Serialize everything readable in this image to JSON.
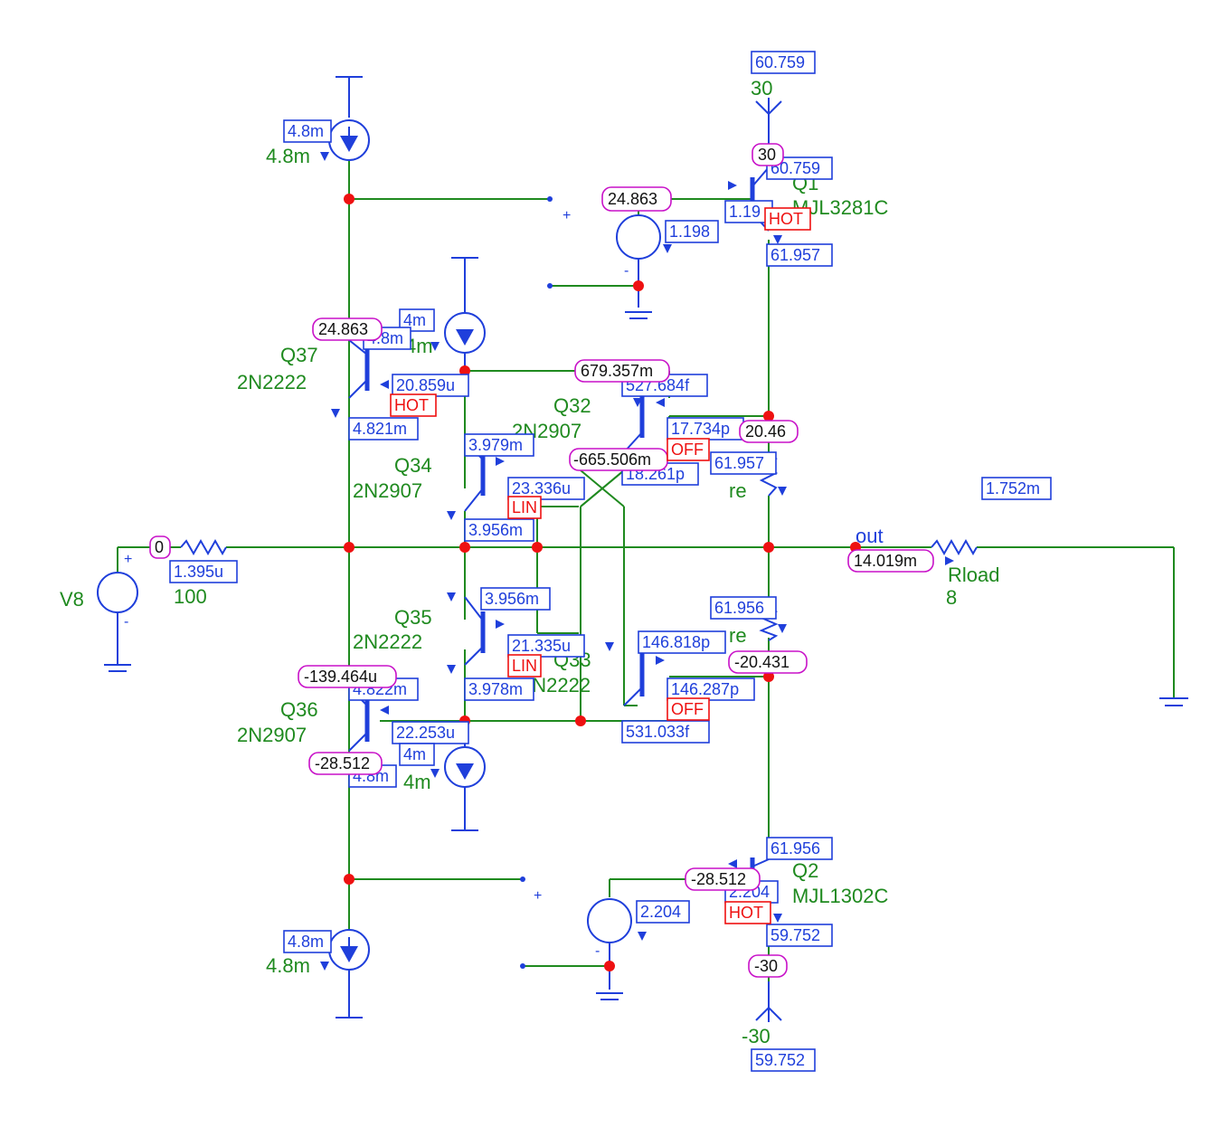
{
  "components": {
    "I_top": "4.8m",
    "I_bot": "4.8m",
    "I_mid_top": "4m",
    "I_mid_bot": "4m",
    "V8": "V8",
    "V8_value": "100",
    "Q37": "Q37",
    "Q37_model": "2N2222",
    "Q36": "Q36",
    "Q36_model": "2N2907",
    "Q34": "Q34",
    "Q34_model": "2N2907",
    "Q35": "Q35",
    "Q35_model": "2N2222",
    "Q32": "Q32",
    "Q32_model": "2N2907",
    "Q33": "Q33",
    "Q33_model": "2N2222",
    "Q1": "Q1",
    "Q1_model": "MJL3281C",
    "Q2": "Q2",
    "Q2_model": "MJL1302C",
    "re_top": "re",
    "re_bot": "re",
    "Rload": "Rload",
    "Rload_value": "8",
    "out": "out",
    "vplus": "30",
    "vminus": "-30",
    "plus": "+",
    "minus": "-"
  },
  "currents": {
    "c_60759_top": "60.759",
    "c_60759_q1": "60.759",
    "c_1198_src": "1.198",
    "c_1198_q1b": "1.19",
    "c_61957_q1e": "61.957",
    "c_61957_re": "61.957",
    "c_4_8m_top": "4.8m",
    "c_4m_top": "4m",
    "c_4_8m_q37": "4.8m",
    "c_20859u": "20.859u",
    "c_4821m": "4.821m",
    "c_527684f": "527.684f",
    "c_17734p": "17.734p",
    "c_18261p": "18.261p",
    "c_3979m": "3.979m",
    "c_23336u": "23.336u",
    "c_3956m_q34": "3.956m",
    "c_1752m": "1.752m",
    "c_1395u": "1.395u",
    "c_3956m_q35": "3.956m",
    "c_21335u": "21.335u",
    "c_3978m": "3.978m",
    "c_146818p": "146.818p",
    "c_146287p": "146.287p",
    "c_531033f": "531.033f",
    "c_61956_re": "61.956",
    "c_4822m": "4.822m",
    "c_22253u": "22.253u",
    "c_4m_bot": "4m",
    "c_4_8m_q36": "4.8m",
    "c_61956_q2": "61.956",
    "c_2204_src": "2.204",
    "c_2204_q2b": "2.204",
    "c_59752_q2": "59.752",
    "c_4_8m_bot": "4.8m",
    "c_59752_bot": "59.752"
  },
  "voltages": {
    "v_30": "30",
    "v_24863_src": "24.863",
    "v_24863_q37": "24.863",
    "v_679357m": "679.357m",
    "v_2046": "20.46",
    "v_665506m": "-665.506m",
    "v_0": "0",
    "v_14019m": "14.019m",
    "v_20431": "-20.431",
    "v_139464u": "-139.464u",
    "v_28512_q36": "-28.512",
    "v_28512_q2": "-28.512",
    "v_minus30": "-30"
  },
  "warnings": {
    "hot_q1": "HOT",
    "hot_q37": "HOT",
    "off_q32": "OFF",
    "lin_q34": "LIN",
    "lin_q35": "LIN",
    "off_q33": "OFF",
    "hot_q2": "HOT"
  },
  "colors": {
    "wire": "#1f8a1f",
    "symbol": "#1f3fdb",
    "node": "#ee1111",
    "current_box": "#1f3fdb",
    "voltage_box": "#c811c8",
    "warning_box": "#ee1111",
    "component_label": "#1f8a1f"
  }
}
